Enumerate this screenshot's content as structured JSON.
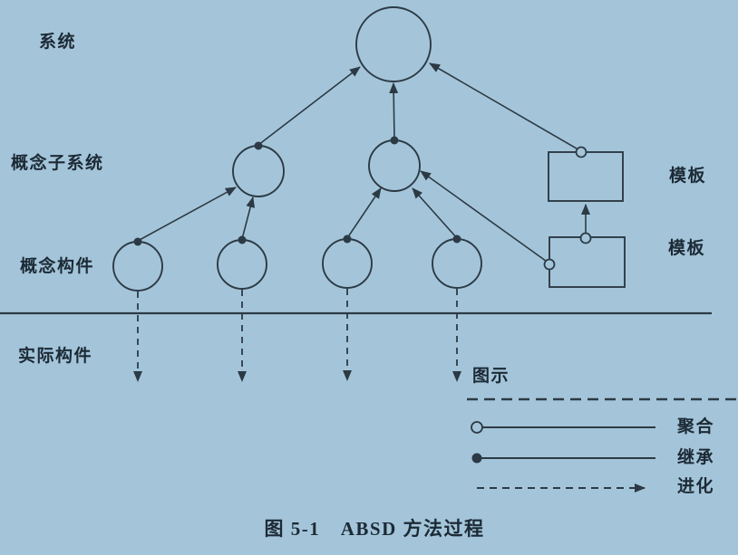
{
  "colors": {
    "background": "#a4c5d9",
    "line": "#2c3a45",
    "text": "#1c2a36"
  },
  "labels": {
    "system": "系统",
    "conceptual_subsystem": "概念子系统",
    "conceptual_component": "概念构件",
    "actual_component": "实际构件",
    "template_top": "模板",
    "template_bottom": "模板"
  },
  "legend": {
    "title": "图示",
    "items": [
      {
        "symbol": "open-circle-line",
        "label": "聚合"
      },
      {
        "symbol": "filled-dot-line",
        "label": "继承"
      },
      {
        "symbol": "dashed-arrow-line",
        "label": "进化"
      }
    ]
  },
  "caption": "图 5-1　ABSD 方法过程",
  "diagram": {
    "type": "hierarchy",
    "levels": [
      "系统",
      "概念子系统",
      "概念构件",
      "实际构件"
    ],
    "nodes": [
      {
        "id": "system",
        "shape": "circle",
        "level": "系统"
      },
      {
        "id": "subsystem-left",
        "shape": "circle",
        "level": "概念子系统"
      },
      {
        "id": "subsystem-mid",
        "shape": "circle",
        "level": "概念子系统"
      },
      {
        "id": "component-1",
        "shape": "circle",
        "level": "概念构件"
      },
      {
        "id": "component-2",
        "shape": "circle",
        "level": "概念构件"
      },
      {
        "id": "component-3",
        "shape": "circle",
        "level": "概念构件"
      },
      {
        "id": "component-4",
        "shape": "circle",
        "level": "概念构件"
      },
      {
        "id": "template-upper",
        "shape": "rect",
        "label": "模板"
      },
      {
        "id": "template-lower",
        "shape": "rect",
        "label": "模板"
      }
    ],
    "edges": [
      {
        "from": "subsystem-left",
        "to": "system",
        "type": "继承"
      },
      {
        "from": "subsystem-mid",
        "to": "system",
        "type": "继承"
      },
      {
        "from": "component-1",
        "to": "subsystem-left",
        "type": "继承"
      },
      {
        "from": "component-2",
        "to": "subsystem-left",
        "type": "继承"
      },
      {
        "from": "component-3",
        "to": "subsystem-mid",
        "type": "继承"
      },
      {
        "from": "component-4",
        "to": "subsystem-mid",
        "type": "继承"
      },
      {
        "from": "template-upper",
        "to": "system",
        "type": "聚合"
      },
      {
        "from": "template-lower",
        "to": "template-upper",
        "type": "聚合"
      },
      {
        "from": "template-lower",
        "to": "subsystem-mid",
        "type": "聚合"
      },
      {
        "from": "component-1",
        "to": "actual-component-area",
        "type": "进化"
      },
      {
        "from": "component-2",
        "to": "actual-component-area",
        "type": "进化"
      },
      {
        "from": "component-3",
        "to": "actual-component-area",
        "type": "进化"
      },
      {
        "from": "component-4",
        "to": "actual-component-area",
        "type": "进化"
      }
    ]
  }
}
